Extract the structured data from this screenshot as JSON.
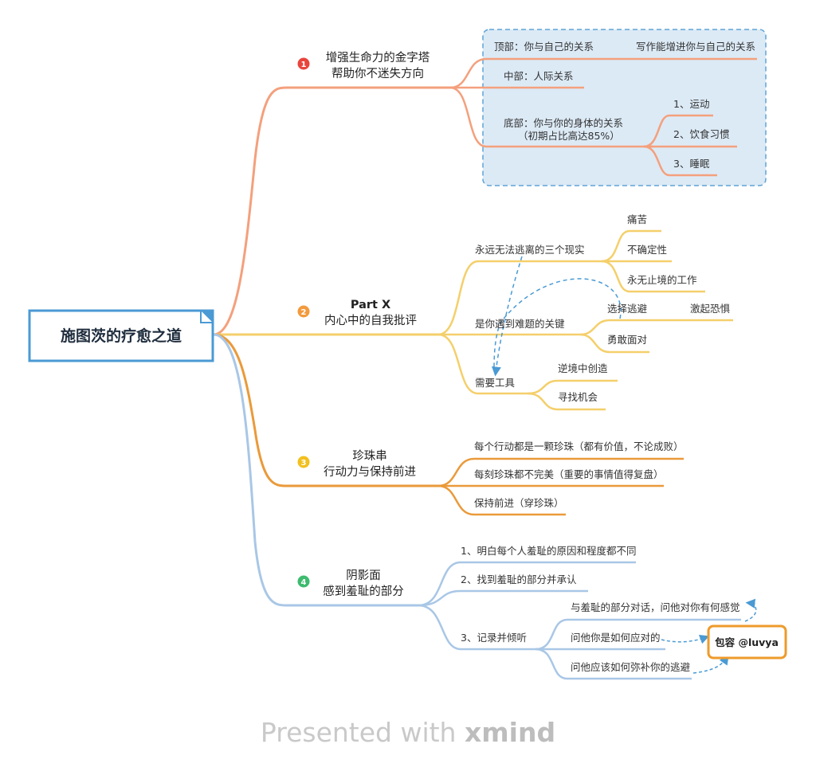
{
  "root": {
    "label": "施图茨的疗愈之道"
  },
  "branches": [
    {
      "number": "1",
      "color": "#f4a07d",
      "badge_color": "#e8453c",
      "title_lines": [
        "增强生命力的金字塔",
        "帮助你不迷失方向"
      ],
      "children": [
        {
          "label": "顶部：你与自己的关系",
          "note": "写作能增进你与自己的关系"
        },
        {
          "label": "中部：人际关系"
        },
        {
          "label_lines": [
            "底部：你与你的身体的关系",
            "（初期占比高达85%）"
          ],
          "children": [
            "1、运动",
            "2、饮食习惯",
            "3、睡眠"
          ]
        }
      ]
    },
    {
      "number": "2",
      "color": "#f4cf6b",
      "badge_color": "#f39a3e",
      "title_lines": [
        "Part X",
        "内心中的自我批评"
      ],
      "children": [
        {
          "label": "永远无法逃离的三个现实",
          "children": [
            "痛苦",
            "不确定性",
            "永无止境的工作"
          ]
        },
        {
          "label": "是你遇到难题的关键",
          "children": [
            {
              "label": "选择逃避",
              "note": "激起恐惧"
            },
            {
              "label": "勇敢面对"
            }
          ]
        },
        {
          "label": "需要工具",
          "children": [
            "逆境中创造",
            "寻找机会"
          ]
        }
      ]
    },
    {
      "number": "3",
      "color": "#ea9a3a",
      "badge_color": "#f2c01e",
      "title_lines": [
        "珍珠串",
        "行动力与保持前进"
      ],
      "children": [
        "每个行动都是一颗珍珠（都有价值，不论成败）",
        "每刻珍珠都不完美（重要的事情值得复盘）",
        "保持前进（穿珍珠）"
      ]
    },
    {
      "number": "4",
      "color": "#a9c7e6",
      "badge_color": "#3dbb6e",
      "title_lines": [
        "阴影面",
        "感到羞耻的部分"
      ],
      "children": [
        {
          "label": "1、明白每个人羞耻的原因和程度都不同"
        },
        {
          "label": "2、找到羞耻的部分并承认"
        },
        {
          "label": "3、记录并倾听",
          "children": [
            "与羞耻的部分对话，问他对你有何感觉",
            "问他你是如何应对的",
            "问他应该如何弥补你的逃避"
          ]
        }
      ]
    }
  ],
  "callout": {
    "label": "包容 @luvya",
    "border_color": "#ee9b2b"
  },
  "watermark": {
    "prefix": "Presented with ",
    "brand": "xmind"
  }
}
